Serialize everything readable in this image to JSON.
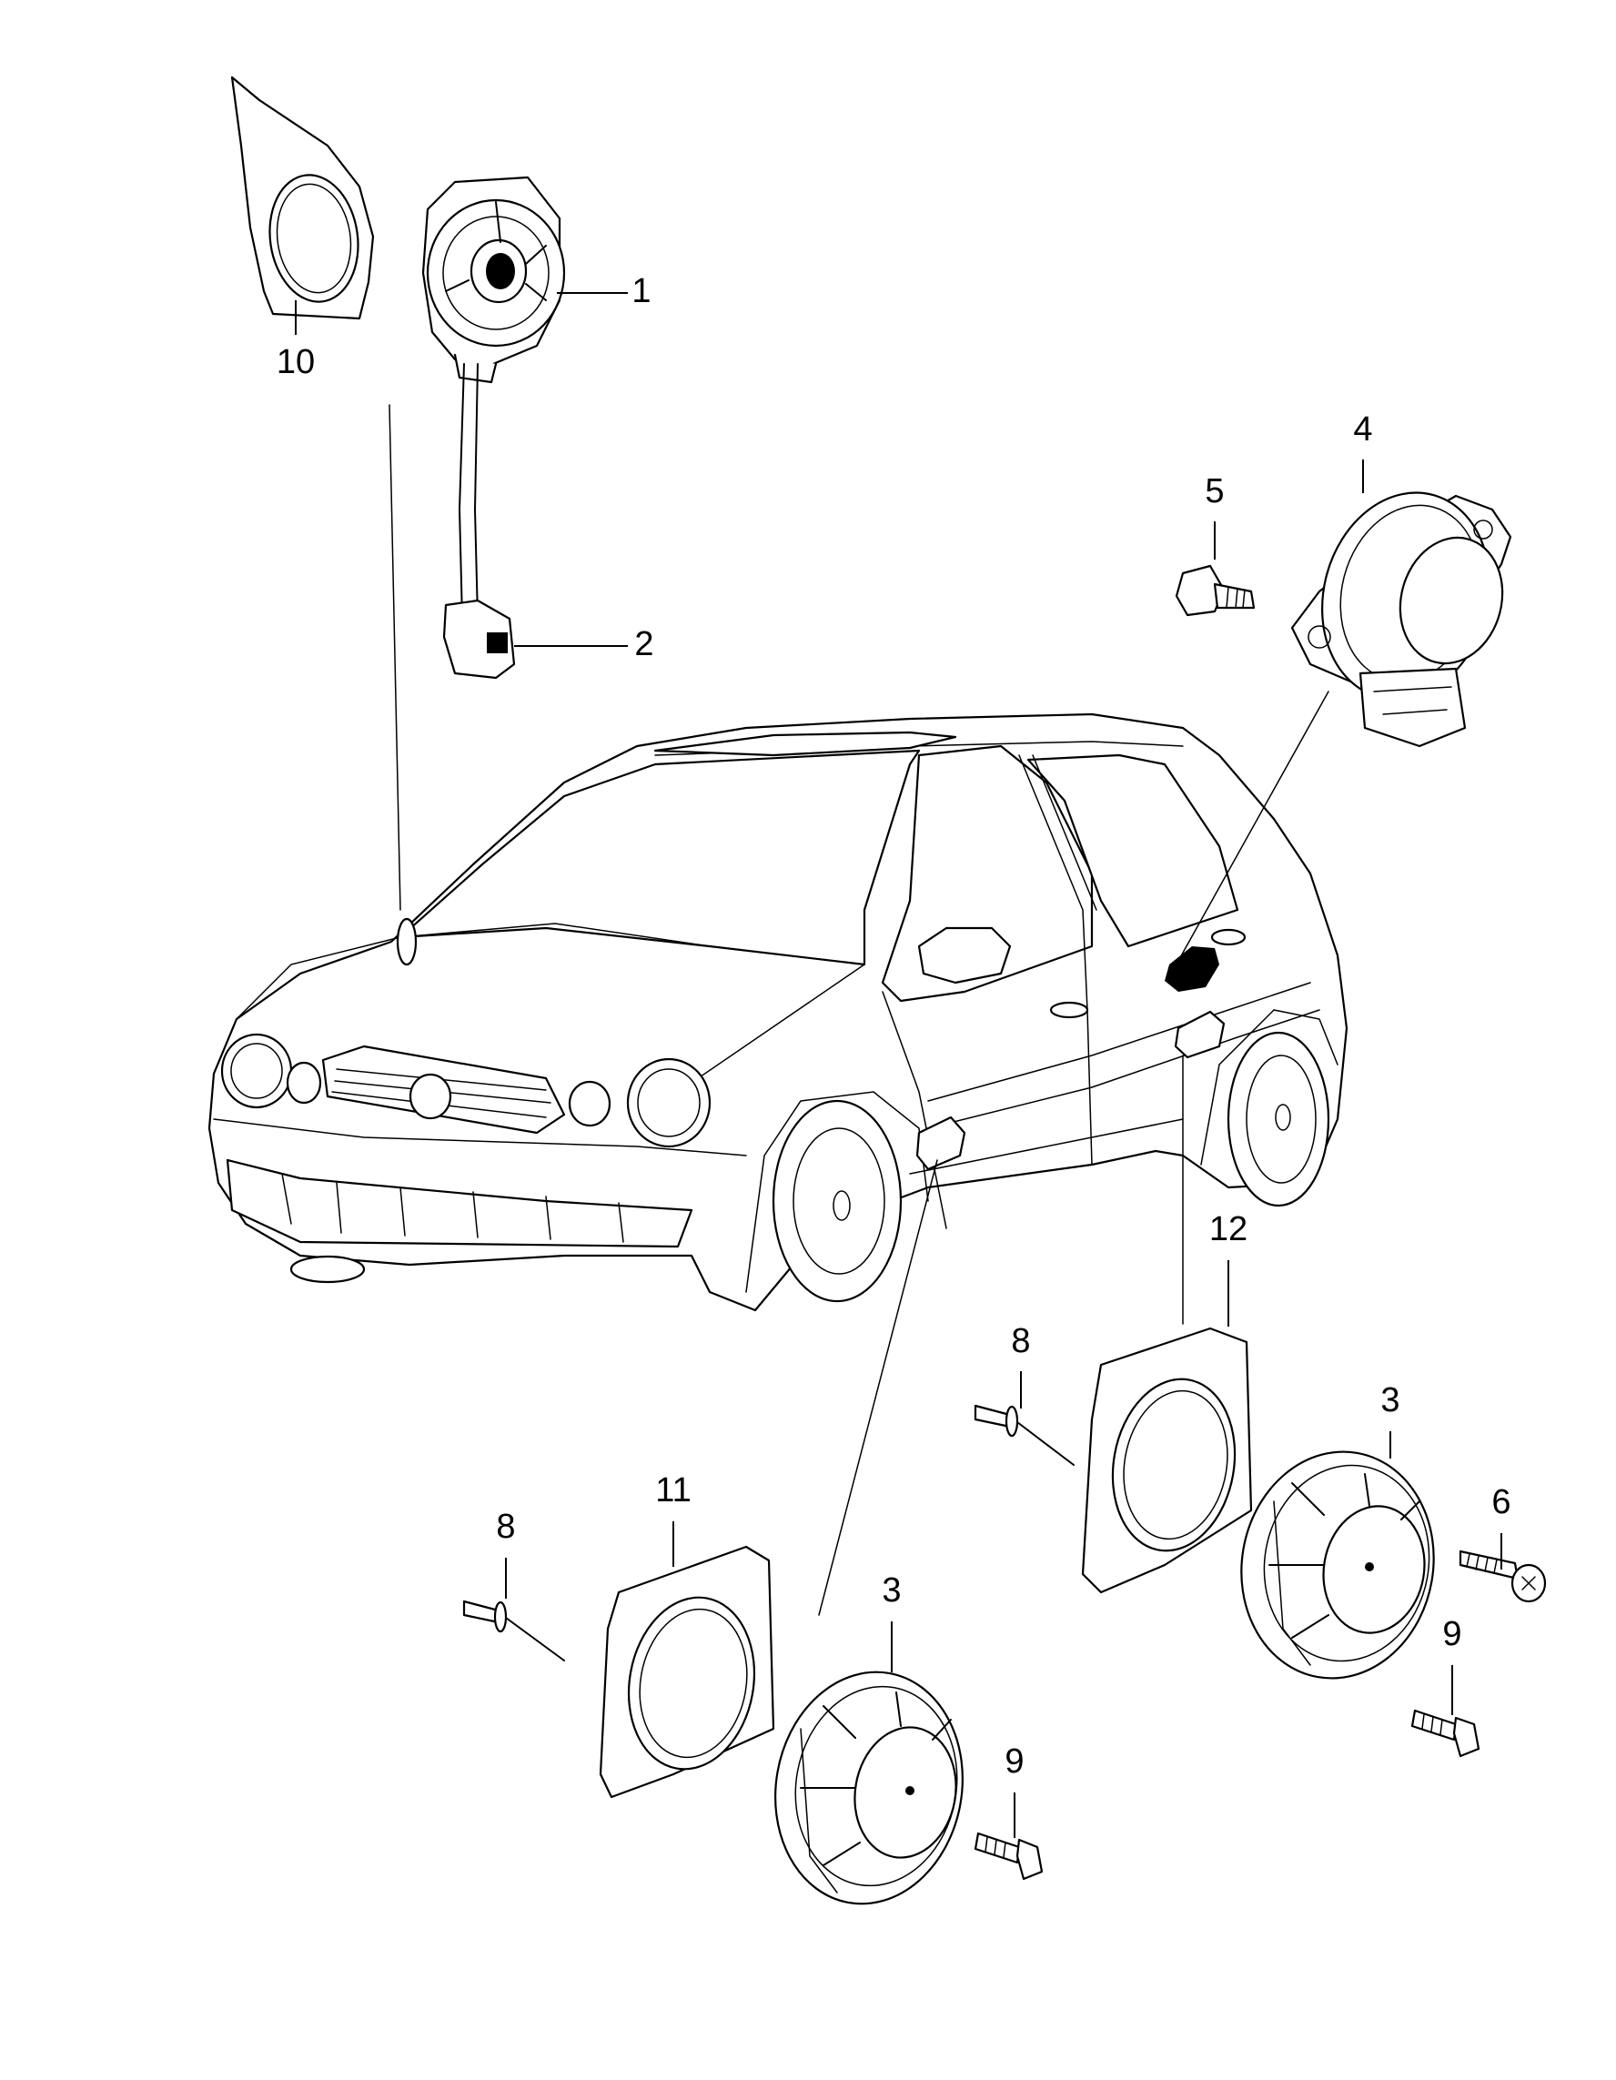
{
  "diagram": {
    "callouts": {
      "c1": "1",
      "c2": "2",
      "c3a": "3",
      "c3b": "3",
      "c4": "4",
      "c5": "5",
      "c6": "6",
      "c8a": "8",
      "c8b": "8",
      "c9a": "9",
      "c9b": "9",
      "c10": "10",
      "c11": "11",
      "c12": "12"
    }
  }
}
